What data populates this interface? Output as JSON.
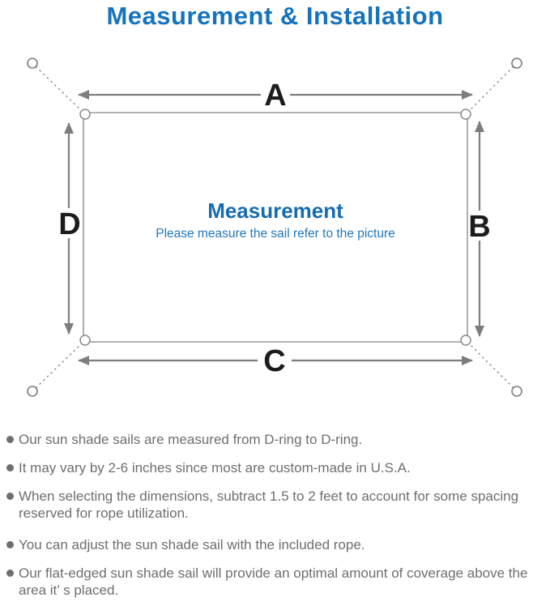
{
  "title": "Measurement & Installation",
  "colors": {
    "title_blue": "#1573bd",
    "center_blue": "#176cb0",
    "subtitle_blue": "#2277bb",
    "arrow_gray": "#7d7d7d",
    "outline_gray": "#9a9a9a",
    "dash_gray": "#8a8a8a",
    "ink": "#1c1c1c",
    "note_gray": "#6e6e6e"
  },
  "diagram": {
    "labels": {
      "top": "A",
      "right": "B",
      "bottom": "C",
      "left": "D"
    },
    "center_title": "Measurement",
    "center_subtitle": "Please measure the sail refer to the picture"
  },
  "notes": [
    "Our sun shade sails are measured from D-ring to D-ring.",
    "It may vary by 2-6 inches since most are custom-made in U.S.A.",
    "When selecting the dimensions, subtract 1.5 to 2 feet to account for some spacing reserved for rope utilization.",
    "You can adjust the sun shade sail with the included rope.",
    "Our flat-edged sun shade sail will provide an optimal amount of coverage above the area it’ s placed."
  ]
}
